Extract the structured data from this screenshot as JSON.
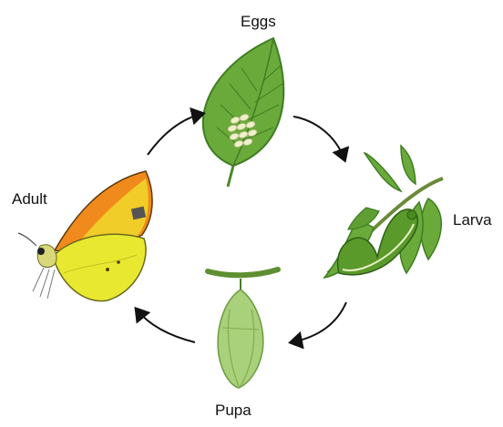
{
  "diagram": {
    "stages": {
      "eggs": "Eggs",
      "larva": "Larva",
      "pupa": "Pupa",
      "adult": "Adult"
    },
    "colors": {
      "leaf": "#6aaa3a",
      "leaf_dark": "#3f7d22",
      "egg": "#eef0c8",
      "caterpillar": "#5a9a2a",
      "pupa": "#a9d07a",
      "wing_orange": "#f08a1c",
      "wing_yellow": "#e8e830",
      "arrow": "#111111"
    }
  }
}
